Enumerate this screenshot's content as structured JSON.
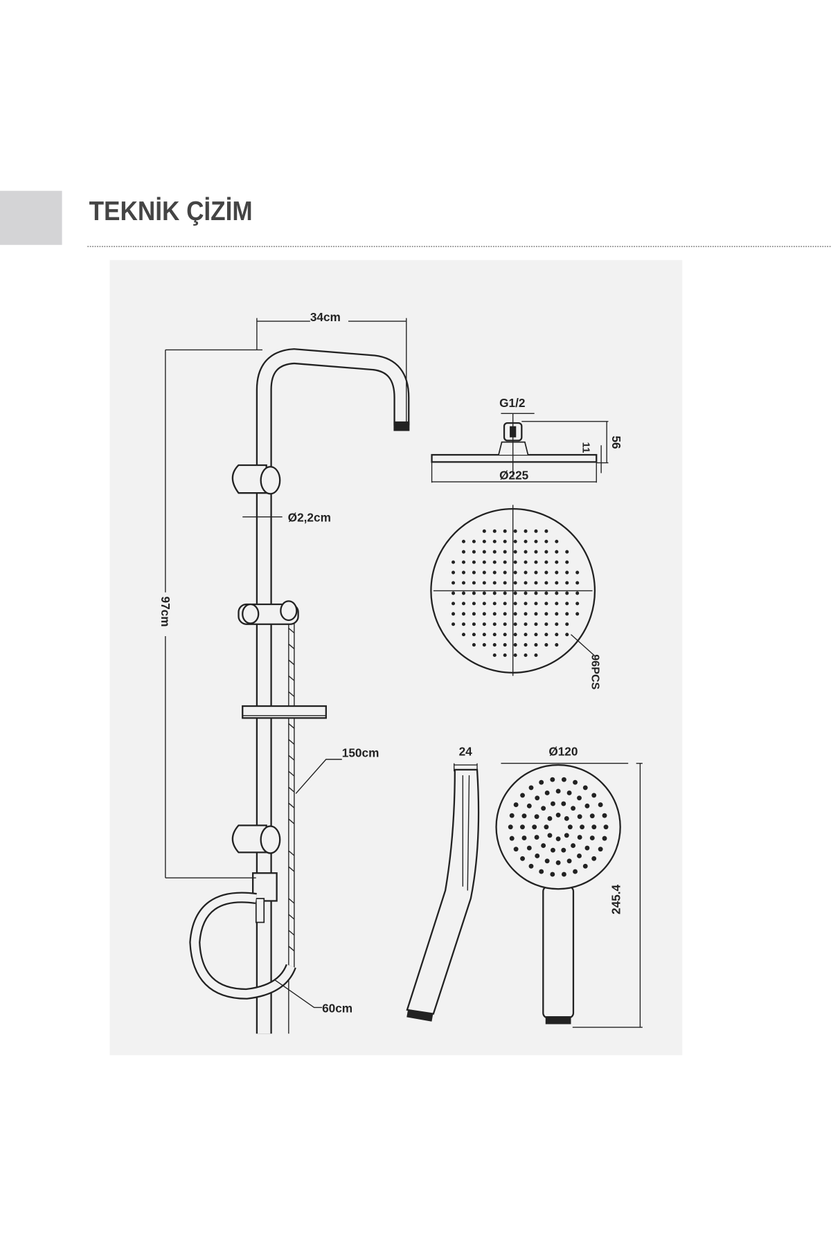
{
  "header": {
    "title": "TEKNİK ÇİZİM"
  },
  "drawing": {
    "labels": {
      "arm_width": "34cm",
      "rail_height": "97cm",
      "rail_diameter": "Ø2,2cm",
      "hose_length": "150cm",
      "elbow_hose_length": "60cm",
      "connection_thread": "G1/2",
      "head_height": "56",
      "head_thickness": "11",
      "head_diameter": "Ø225",
      "nozzle_count": "96PCS",
      "hand_thickness": "24",
      "hand_diameter": "Ø120",
      "hand_length": "245.4"
    }
  },
  "colors": {
    "panel": "#f2f2f2",
    "header_block": "#d4d4d6",
    "ink": "#222222"
  }
}
